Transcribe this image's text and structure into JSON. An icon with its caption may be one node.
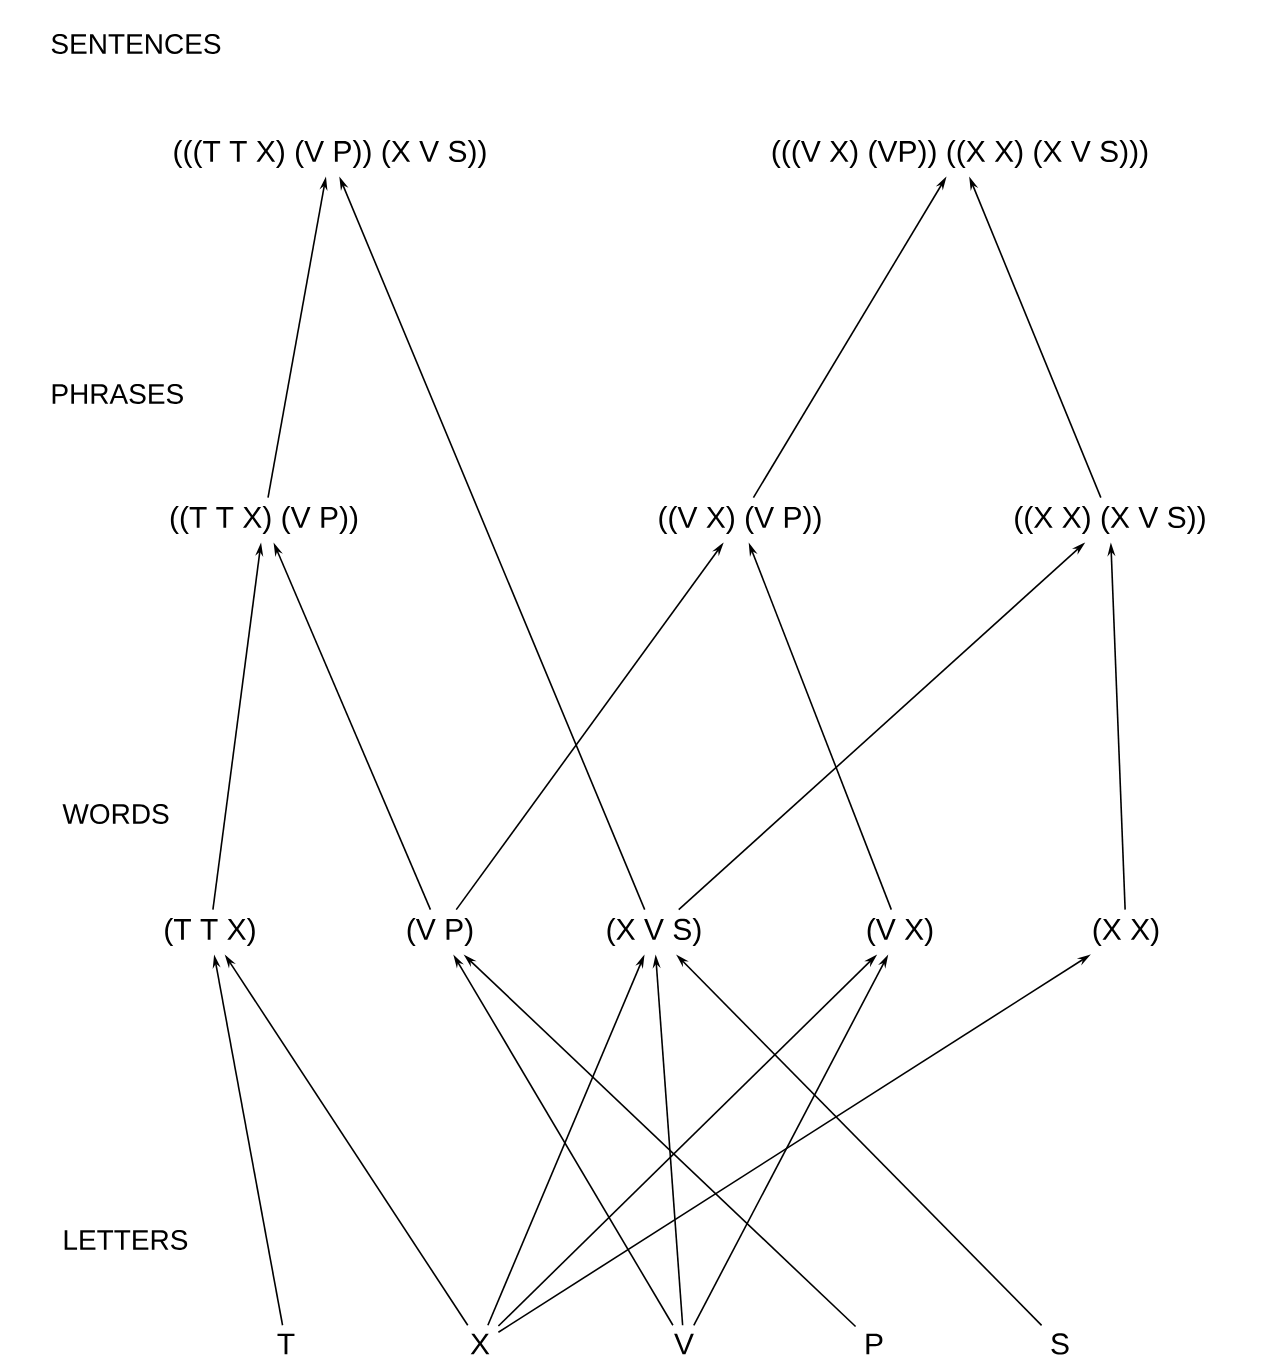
{
  "diagram": {
    "nodes": [
      {
        "text": [
          "(((T T X) (V P)) (X V S))"
        ]
      },
      {
        "text": [
          "(((V X) (VP)) ((X X) (X V S)))"
        ]
      },
      {
        "text": [
          "((T T X) (V P))"
        ]
      },
      {
        "text": [
          "((V X) (V P))"
        ]
      },
      {
        "text": [
          "((X X) (X V S))"
        ]
      },
      {
        "text": [
          "(T T X)"
        ]
      },
      {
        "text": [
          "(V P)"
        ]
      },
      {
        "text": [
          "(X V S)"
        ]
      },
      {
        "text": [
          "(V X)"
        ]
      },
      {
        "text": [
          "(X X)"
        ]
      },
      {
        "text": [
          "T"
        ]
      },
      {
        "text": [
          "X"
        ]
      },
      {
        "text": [
          "V"
        ]
      },
      {
        "text": [
          "P"
        ]
      },
      {
        "text": [
          "S"
        ]
      }
    ],
    "edges": [
      {
        "from": 2,
        "to": 0,
        "arrow": "to"
      },
      {
        "from": 7,
        "to": 0,
        "arrow": "to"
      },
      {
        "from": 3,
        "to": 1,
        "arrow": "to"
      },
      {
        "from": 4,
        "to": 1,
        "arrow": "to"
      },
      {
        "from": 5,
        "to": 2,
        "arrow": "to"
      },
      {
        "from": 6,
        "to": 2,
        "arrow": "to"
      },
      {
        "from": 6,
        "to": 3,
        "arrow": "to"
      },
      {
        "from": 8,
        "to": 3,
        "arrow": "to"
      },
      {
        "from": 7,
        "to": 4,
        "arrow": "to"
      },
      {
        "from": 9,
        "to": 4,
        "arrow": "to"
      },
      {
        "from": 10,
        "to": 5,
        "arrow": "to"
      },
      {
        "from": 11,
        "to": 5,
        "arrow": "to"
      },
      {
        "from": 11,
        "to": 7,
        "arrow": "to"
      },
      {
        "from": 11,
        "to": 8,
        "arrow": "to"
      },
      {
        "from": 11,
        "to": 9,
        "arrow": "to"
      },
      {
        "from": 12,
        "to": 6,
        "arrow": "to"
      },
      {
        "from": 12,
        "to": 7,
        "arrow": "to"
      },
      {
        "from": 12,
        "to": 8,
        "arrow": "to"
      },
      {
        "from": 13,
        "to": 6,
        "arrow": "to"
      },
      {
        "from": 14,
        "to": 7,
        "arrow": "to"
      }
    ],
    "labels": [
      "SENTENCES",
      "PHRASES",
      "WORDS",
      "LETTERS"
    ]
  }
}
